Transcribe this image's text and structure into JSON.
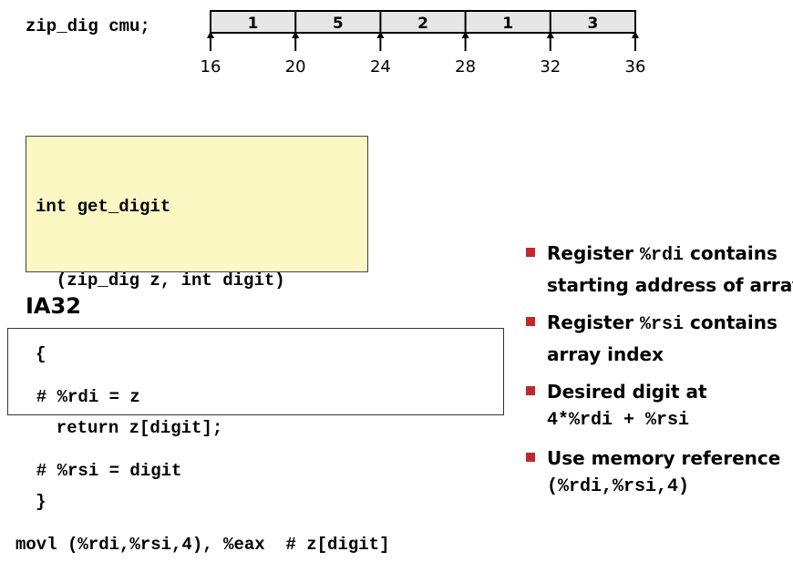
{
  "declaration": "zip_dig cmu;",
  "array": {
    "values": [
      "1",
      "5",
      "2",
      "1",
      "3"
    ],
    "addresses": [
      "16",
      "20",
      "24",
      "28",
      "32",
      "36"
    ]
  },
  "code": {
    "lines": [
      "int get_digit",
      "  (zip_dig z, int digit)",
      "{",
      "  return z[digit];",
      "}"
    ],
    "background_color": "#fbf8c4"
  },
  "heading": "IA32",
  "assembly": {
    "lines": [
      "  # %rdi = z",
      "  # %rsi = digit",
      "movl (%rdi,%rsi,4), %eax  # z[digit]"
    ]
  },
  "bullets": [
    {
      "line1_prefix": "Register ",
      "line1_code": "%rdi",
      "line1_suffix": " contains",
      "line2": "starting address of array"
    },
    {
      "line1_prefix": "Register ",
      "line1_code": "%rsi",
      "line1_suffix": " contains",
      "line2": "array index"
    },
    {
      "line1_prefix": "Desired digit at",
      "line1_code": "",
      "line1_suffix": "",
      "line2_code": "4*%rdi + %rsi"
    },
    {
      "line1_prefix": "Use memory reference",
      "line1_code": "",
      "line1_suffix": "",
      "line2_code": "(%rdi,%rsi,4)"
    }
  ],
  "bullet_color": "#c0282d"
}
